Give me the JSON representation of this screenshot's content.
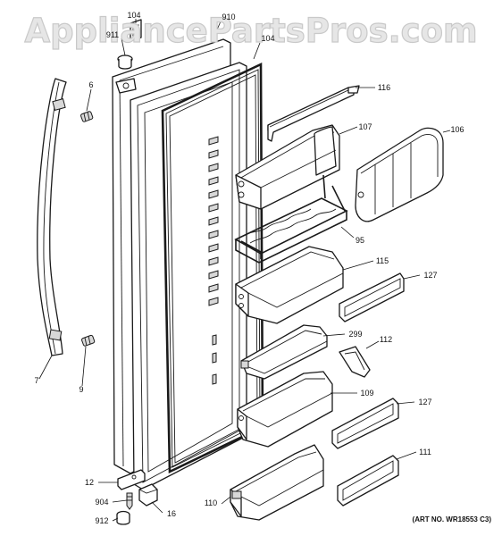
{
  "watermark": "AppliancePartsPros.com",
  "art_number": "(ART NO. WR18553 C3)",
  "callouts": [
    {
      "id": "104a",
      "label": "104"
    },
    {
      "id": "910",
      "label": "910"
    },
    {
      "id": "911",
      "label": "911"
    },
    {
      "id": "104b",
      "label": "104"
    },
    {
      "id": "6",
      "label": "6"
    },
    {
      "id": "116",
      "label": "116"
    },
    {
      "id": "107",
      "label": "107"
    },
    {
      "id": "106",
      "label": "106"
    },
    {
      "id": "95",
      "label": "95"
    },
    {
      "id": "115",
      "label": "115"
    },
    {
      "id": "127a",
      "label": "127"
    },
    {
      "id": "299",
      "label": "299"
    },
    {
      "id": "112",
      "label": "112"
    },
    {
      "id": "7",
      "label": "7"
    },
    {
      "id": "9",
      "label": "9"
    },
    {
      "id": "109",
      "label": "109"
    },
    {
      "id": "127b",
      "label": "127"
    },
    {
      "id": "111",
      "label": "111"
    },
    {
      "id": "12",
      "label": "12"
    },
    {
      "id": "904",
      "label": "904"
    },
    {
      "id": "110",
      "label": "110"
    },
    {
      "id": "16",
      "label": "16"
    },
    {
      "id": "912",
      "label": "912"
    }
  ]
}
